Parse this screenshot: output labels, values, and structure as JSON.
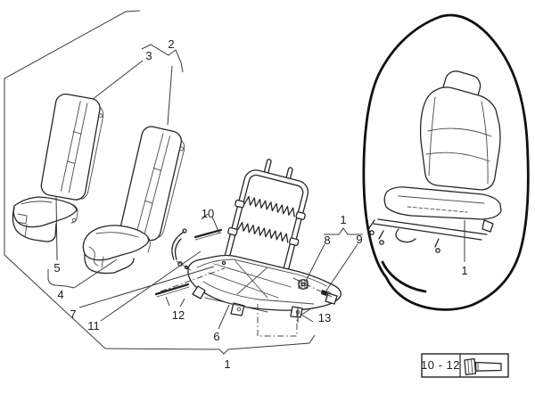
{
  "diagram": {
    "background_color": "#ffffff",
    "line_color": "#2a2a2a",
    "callouts": {
      "c1_assembly": "1",
      "c2": "2",
      "c3": "3",
      "c4": "4",
      "c5": "5",
      "c6": "6",
      "c7": "7",
      "c8": "8",
      "c9": "9",
      "c10": "10",
      "c11": "11",
      "c12": "12",
      "c13": "13",
      "c1_fastener_group": "1",
      "c1_complete_seat": "1"
    },
    "legend_box": {
      "label": "10 - 12",
      "icon": "hex-bolt-icon"
    }
  }
}
